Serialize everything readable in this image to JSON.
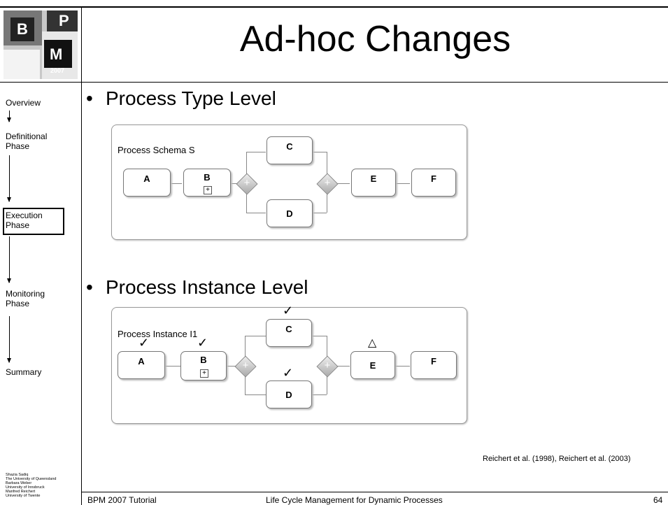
{
  "slide": {
    "title": "Ad-hoc Changes",
    "logo": {
      "letters": [
        "B",
        "P",
        "M"
      ],
      "year": "2007"
    },
    "nav": [
      "Overview",
      "Definitional Phase",
      "Execution Phase",
      "Monitoring Phase",
      "Summary"
    ],
    "bullets": [
      "Process Type Level",
      "Process Instance Level"
    ],
    "diagram1": {
      "label": "Process Schema S",
      "tasks": [
        "A",
        "B",
        "C",
        "D",
        "E",
        "F"
      ]
    },
    "diagram2": {
      "label": "Process Instance I1",
      "tasks": [
        "A",
        "B",
        "C",
        "D",
        "E",
        "F"
      ],
      "check_mark": "✓",
      "triangle_mark": "△"
    },
    "subprocess_marker": "+",
    "gateway_marker": "+",
    "reference": "Reichert  et al. (1998), Reichert et al. (2003)",
    "credits": [
      "Shazia Sadiq",
      "The University of Queensland",
      "Barbara Weber",
      "University of Innsbruck",
      "Manfred Reichert",
      "University of Twente"
    ],
    "footer": {
      "left": "BPM 2007 Tutorial",
      "center": "Life Cycle Management for Dynamic Processes",
      "page": "64"
    }
  }
}
